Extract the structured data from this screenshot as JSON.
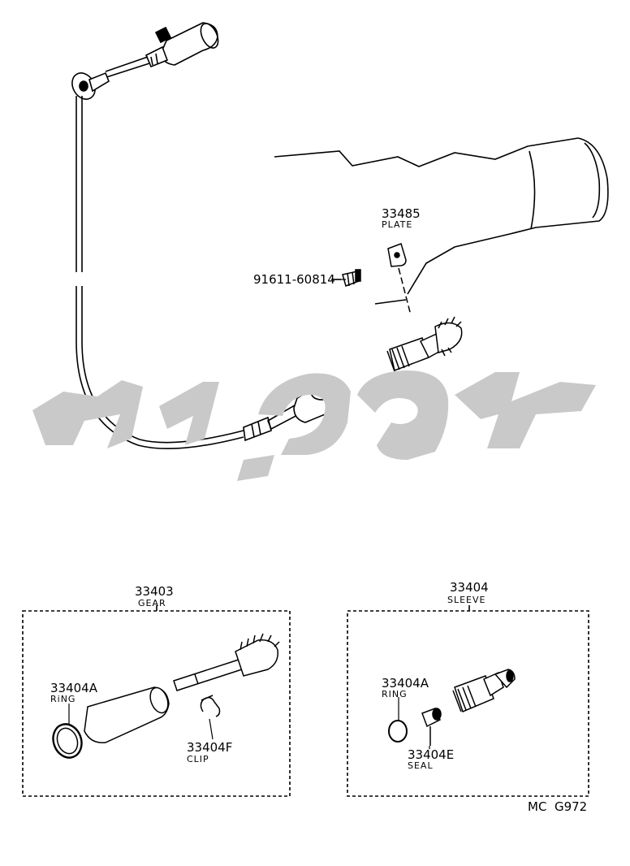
{
  "parts": {
    "plate": {
      "number": "33485",
      "name": "PLATE"
    },
    "bolt": {
      "number": "91611-60814"
    },
    "gear": {
      "number": "33403",
      "name": "GEAR"
    },
    "ring_gear": {
      "number": "33404A",
      "name": "RiNG"
    },
    "clip": {
      "number": "33404F",
      "name": "CLIP"
    },
    "sleeve": {
      "number": "33404",
      "name": "SLEEVE"
    },
    "ring_sleeve": {
      "number": "33404A",
      "name": "RING"
    },
    "seal": {
      "number": "33404E",
      "name": "SEAL"
    }
  },
  "diagram_code": "MC  G972",
  "colors": {
    "line": "#000000",
    "watermark": "#c9c9c9"
  }
}
